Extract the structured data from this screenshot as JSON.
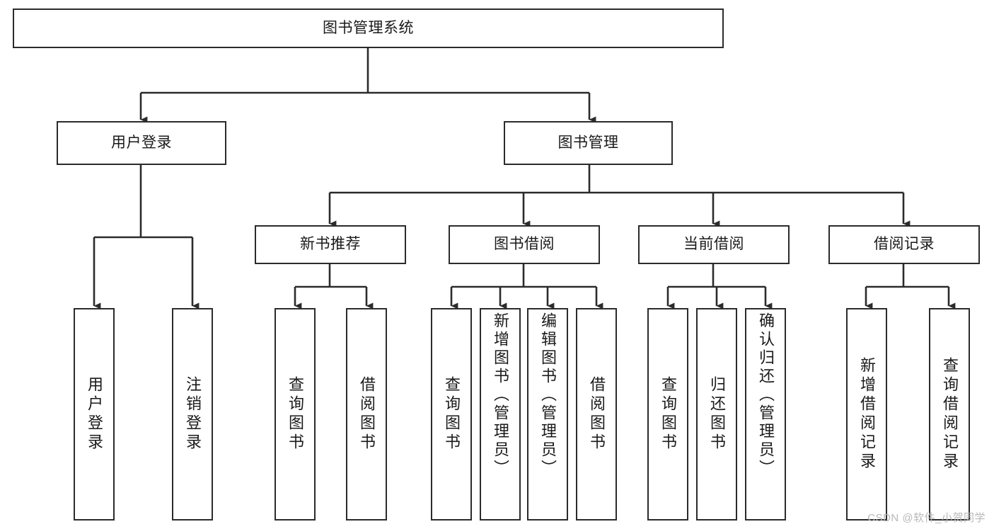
{
  "diagram": {
    "type": "tree-hierarchy",
    "title": "图书管理系统",
    "colors": {
      "box_border": "#2b2b2b",
      "box_fill": "#ffffff",
      "connector": "#2b2b2b",
      "text": "#1a1a1a",
      "watermark": "#b8b8b8"
    },
    "root": {
      "id": "root",
      "label": "图书管理系统",
      "orientation": "horizontal"
    },
    "level2": [
      {
        "id": "user-login",
        "label": "用户登录",
        "orientation": "horizontal"
      },
      {
        "id": "book-management",
        "label": "图书管理",
        "orientation": "horizontal"
      }
    ],
    "level3": [
      {
        "id": "new-book-recommend",
        "label": "新书推荐",
        "orientation": "horizontal",
        "parent": "book-management"
      },
      {
        "id": "book-borrow",
        "label": "图书借阅",
        "orientation": "horizontal",
        "parent": "book-management"
      },
      {
        "id": "current-borrow",
        "label": "当前借阅",
        "orientation": "horizontal",
        "parent": "book-management"
      },
      {
        "id": "borrow-record",
        "label": "借阅记录",
        "orientation": "horizontal",
        "parent": "book-management"
      }
    ],
    "leaves": [
      {
        "id": "leaf-user-login",
        "label": "用户登录",
        "orientation": "vertical",
        "parent": "user-login"
      },
      {
        "id": "leaf-user-logout",
        "label": "注销登录",
        "orientation": "vertical",
        "parent": "user-login"
      },
      {
        "id": "leaf-query-book-1",
        "label": "查询图书",
        "orientation": "vertical",
        "parent": "new-book-recommend"
      },
      {
        "id": "leaf-borrow-book-1",
        "label": "借阅图书",
        "orientation": "vertical",
        "parent": "new-book-recommend"
      },
      {
        "id": "leaf-query-book-2",
        "label": "查询图书",
        "orientation": "vertical",
        "parent": "book-borrow"
      },
      {
        "id": "leaf-add-book",
        "label": "新增图书（管理员）",
        "orientation": "vertical",
        "parent": "book-borrow"
      },
      {
        "id": "leaf-edit-book",
        "label": "编辑图书（管理员）",
        "orientation": "vertical",
        "parent": "book-borrow"
      },
      {
        "id": "leaf-borrow-book-2",
        "label": "借阅图书",
        "orientation": "vertical",
        "parent": "book-borrow"
      },
      {
        "id": "leaf-query-book-3",
        "label": "查询图书",
        "orientation": "vertical",
        "parent": "current-borrow"
      },
      {
        "id": "leaf-return-book",
        "label": "归还图书",
        "orientation": "vertical",
        "parent": "current-borrow"
      },
      {
        "id": "leaf-confirm-return",
        "label": "确认归还（管理员）",
        "orientation": "vertical",
        "parent": "current-borrow"
      },
      {
        "id": "leaf-add-record",
        "label": "新增借阅记录",
        "orientation": "vertical",
        "parent": "borrow-record"
      },
      {
        "id": "leaf-query-record",
        "label": "查询借阅记录",
        "orientation": "vertical",
        "parent": "borrow-record"
      }
    ]
  },
  "watermark": {
    "text": "CSDN @软件_小贺同学"
  }
}
